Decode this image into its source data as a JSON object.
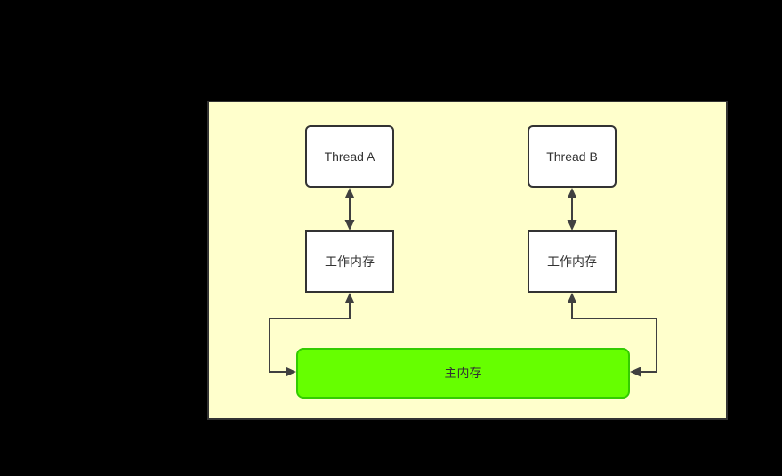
{
  "diagram": {
    "nodes": {
      "thread_a": {
        "label": "Thread A"
      },
      "thread_b": {
        "label": "Thread B"
      },
      "working_memory_a": {
        "label": "工作内存"
      },
      "working_memory_b": {
        "label": "工作内存"
      },
      "main_memory": {
        "label": "主内存"
      }
    },
    "edges": [
      {
        "from": "thread_a",
        "to": "working_memory_a",
        "type": "bidirectional-straight"
      },
      {
        "from": "thread_b",
        "to": "working_memory_b",
        "type": "bidirectional-straight"
      },
      {
        "from": "main_memory",
        "to": "working_memory_a",
        "type": "bidirectional-elbow"
      },
      {
        "from": "main_memory",
        "to": "working_memory_b",
        "type": "bidirectional-elbow"
      }
    ],
    "colors": {
      "page_background": "#000000",
      "panel_background": "#FFFFCC",
      "panel_border": "#333333",
      "node_background": "#FFFFFF",
      "node_border": "#333333",
      "main_memory_fill": "#66FF00",
      "main_memory_border": "#33CC00",
      "connector": "#404040",
      "text": "#333333"
    }
  }
}
